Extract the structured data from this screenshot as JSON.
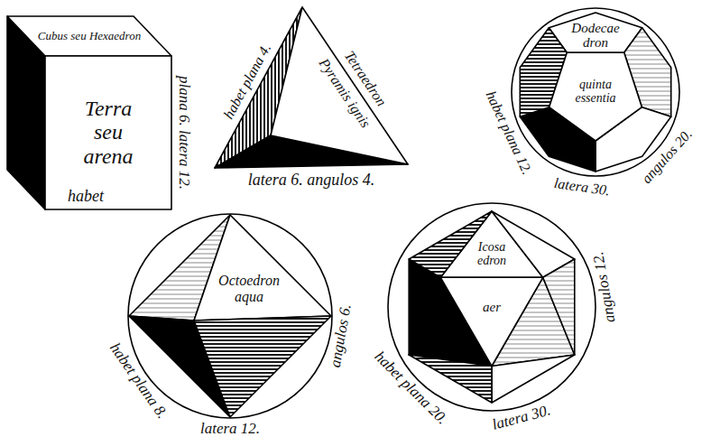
{
  "diagram": {
    "nodes": [
      {
        "text": [
          "Cubus seu Hexaedron",
          "Terra seu arena",
          "habet",
          "plana 6. latera 12."
        ]
      },
      {
        "text": [
          "habet plana 4.",
          "Pyramis ignis",
          "Tetraedron",
          "latera 6. angulos 4."
        ]
      },
      {
        "text": [
          "Dodecae dron",
          "quinta essentia",
          "habet plana 12.",
          "latera 30.",
          "angulos 20."
        ]
      },
      {
        "text": [
          "Octoedron aqua",
          "habet plana 8.",
          "latera 12.",
          "angulos 6."
        ]
      },
      {
        "text": [
          "Icosa edron",
          "aer",
          "habet plana 20.",
          "latera 30.",
          "angulos 12."
        ]
      }
    ]
  }
}
